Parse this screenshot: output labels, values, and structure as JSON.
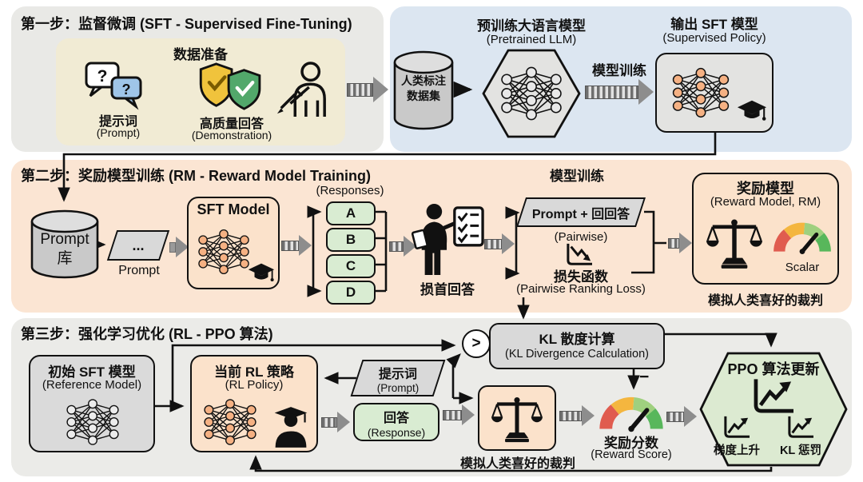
{
  "colors": {
    "panel_gray": "#e9e9e6",
    "panel_blue": "#dce6f1",
    "panel_peach": "#fbe5d3",
    "panel_gray2": "#ebebe8",
    "beige_box": "#f1ebd4",
    "peach_box": "#fbe2cb",
    "green_box": "#d9ecd2",
    "gray_box": "#d9d9d9",
    "node_orange": "#f5b183",
    "node_gray": "#e8e8e8"
  },
  "section1": {
    "title": "第一步：监督微调 (SFT - Supervised Fine-Tuning)",
    "data_prep_title": "数据准备",
    "prompt_label": "提示词",
    "prompt_sub": "(Prompt)",
    "demo_label": "高质量回答",
    "demo_sub": "(Demonstration)",
    "q1": "?",
    "q2": "?"
  },
  "pretrain": {
    "dataset_line1": "人类标注",
    "dataset_line2": "数据集",
    "llm_title": "预训练大语言模型",
    "llm_sub": "(Pretrained LLM)",
    "train_label": "模型训练",
    "out_title": "输出 SFT 模型",
    "out_sub": "(Supervised Policy)"
  },
  "section2": {
    "title": "第二步：奖励模型训练 (RM - Reward Model Training)",
    "prompt_db_line1": "Prompt",
    "prompt_db_line2": "库",
    "prompt_ellipsis": "...",
    "prompt_label": "Prompt",
    "sft_model": "SFT Model",
    "responses_label": "(Responses)",
    "options": [
      "A",
      "B",
      "C",
      "D"
    ],
    "rank_label": "损首回答",
    "train_label": "模型训练",
    "pair_item": "Prompt + 回回答",
    "pairwise": "(Pairwise)",
    "loss_label": "损失函数",
    "loss_sub": "(Pairwise Ranking Loss)",
    "rm_title": "奖励模型",
    "rm_sub": "(Reward Model, RM)",
    "scalar": "Scalar",
    "rm_caption": "模拟人类喜好的裁判"
  },
  "section3": {
    "title": "第三步：强化学习优化 (RL - PPO 算法)",
    "ref_title": "初始 SFT 模型",
    "ref_sub": "(Reference Model)",
    "policy_title": "当前 RL 策略",
    "policy_sub": "(RL Policy)",
    "prompt_label": "提示词",
    "prompt_sub": "(Prompt)",
    "response_label": "回答",
    "response_sub": "(Response)",
    "kl_title": "KL 散度计算",
    "kl_sub": "(KL Divergence Calculation)",
    "comparator": ">",
    "judge_caption": "模拟人类喜好的裁判",
    "minus": "−",
    "score_label": "奖励分数",
    "score_sub": "(Reward Score)",
    "ppo_title": "PPO 算法更新",
    "grad_label": "梯度上升",
    "kl_penalty_label": "KL 惩罚"
  }
}
